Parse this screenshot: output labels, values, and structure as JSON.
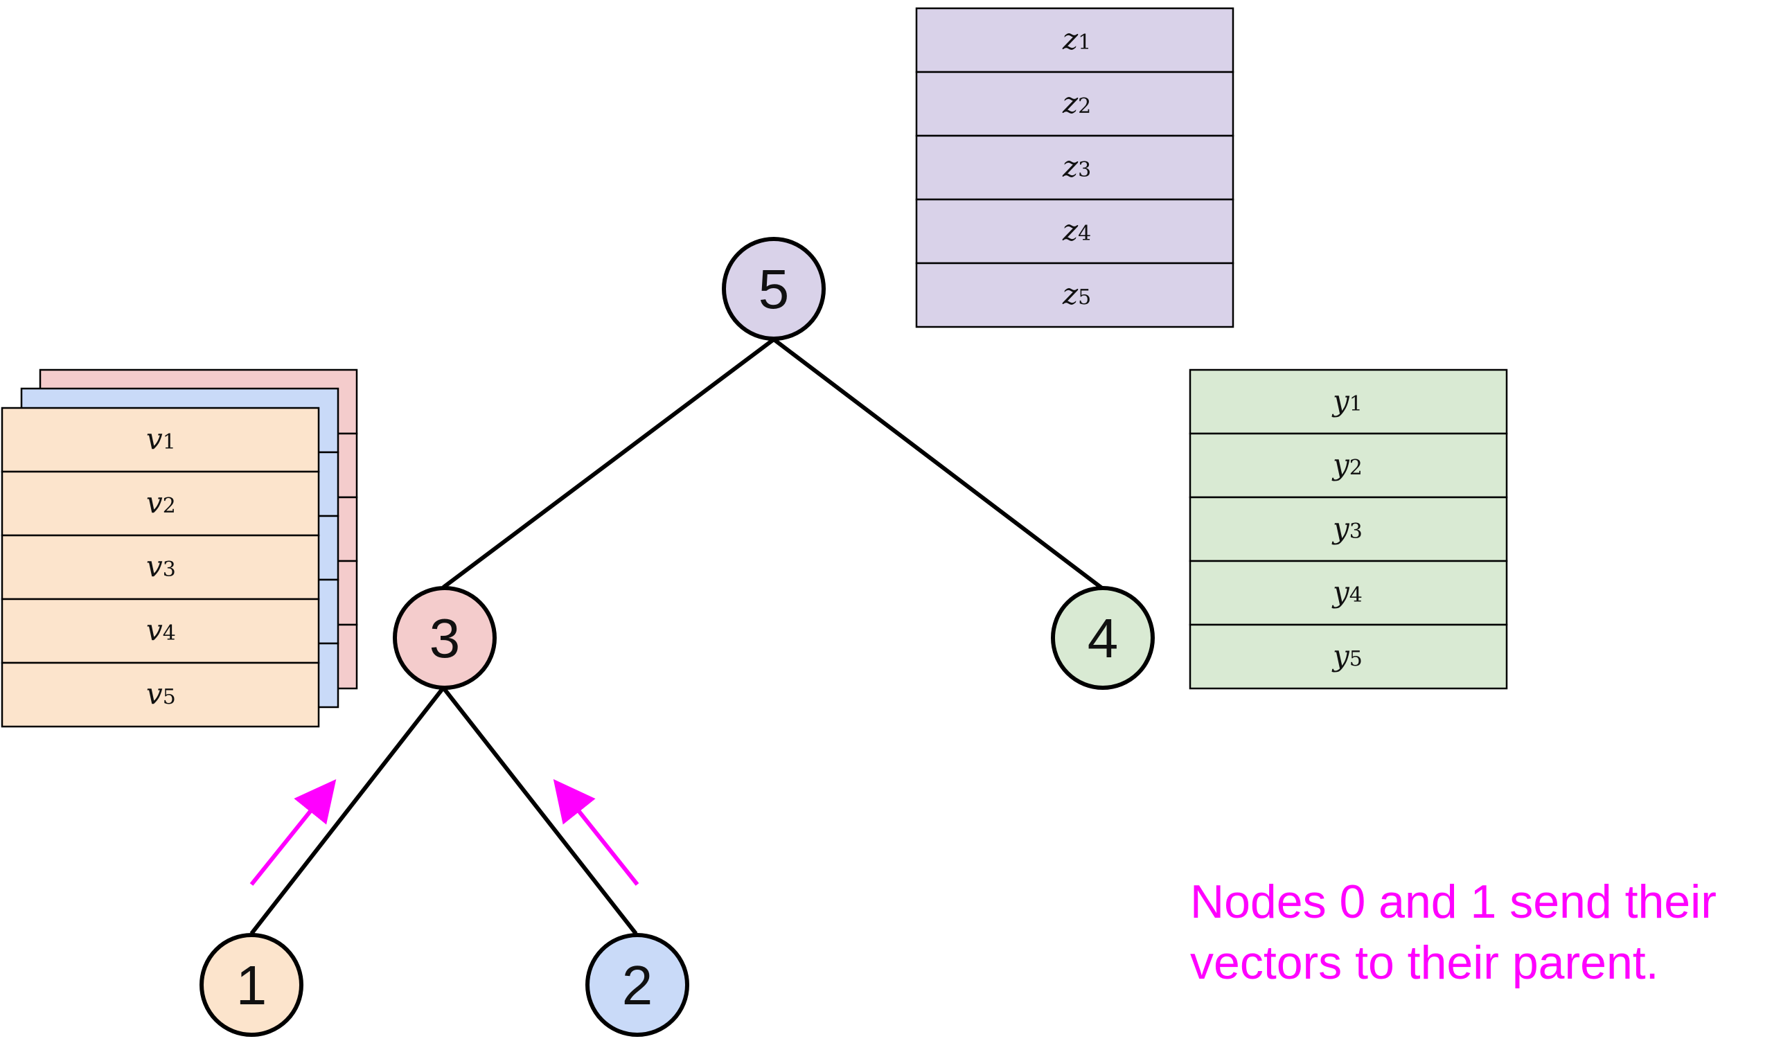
{
  "colors": {
    "node_1": "#fce4cc",
    "node_2": "#c9daf8",
    "node_3": "#f4cccc",
    "node_4": "#d9ead3",
    "node_5": "#d9d2e9",
    "edge": "#000000",
    "arrow": "#ff00ff",
    "caption": "#ff00ff"
  },
  "nodes": [
    {
      "id": "5",
      "label": "5"
    },
    {
      "id": "3",
      "label": "3"
    },
    {
      "id": "4",
      "label": "4"
    },
    {
      "id": "1",
      "label": "1"
    },
    {
      "id": "2",
      "label": "2"
    }
  ],
  "edges": [
    [
      "5",
      "3"
    ],
    [
      "5",
      "4"
    ],
    [
      "3",
      "1"
    ],
    [
      "3",
      "2"
    ]
  ],
  "vectors": {
    "z": {
      "base": "z",
      "subs": [
        "1",
        "2",
        "3",
        "4",
        "5"
      ]
    },
    "y": {
      "base": "y",
      "subs": [
        "1",
        "2",
        "3",
        "4",
        "5"
      ]
    },
    "v": {
      "base": "v",
      "subs": [
        "1",
        "2",
        "3",
        "4",
        "5"
      ]
    }
  },
  "caption": {
    "line1": "Nodes 0 and 1 send their",
    "line2": "vectors to their parent."
  }
}
